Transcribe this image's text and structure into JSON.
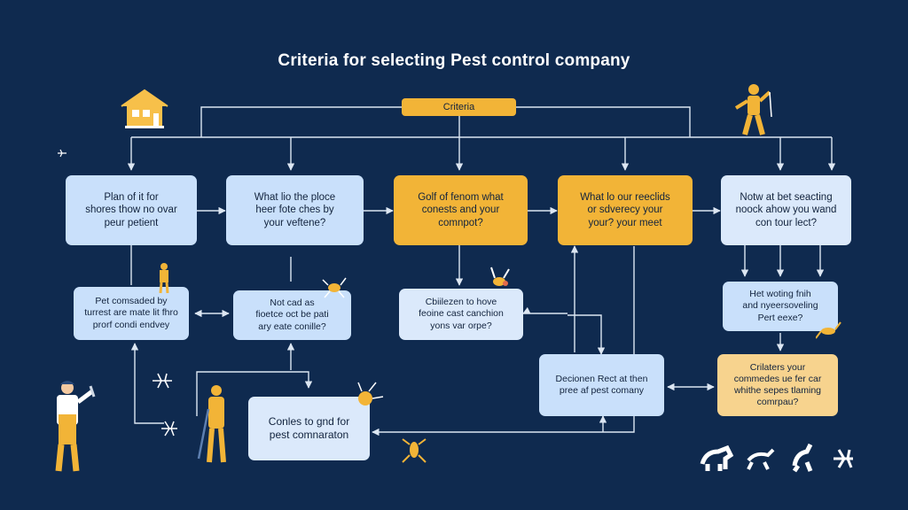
{
  "title": "Criteria for selecting Pest control company",
  "hub_label": "Criteria",
  "nodes": {
    "n1": "Plan of it for\nshores thow no ovar\npeur petient",
    "n2": "What lio the ploce\nheer fote ches by\nyour veftene?",
    "n3": "Golf of fenom what\nconests and your\ncomnpot?",
    "n4": "What lo our reeclids\nor sdverecy your\nyour? your meet",
    "n5": "Notw at bet seacting\nnoock ahow you wand\ncon tour lect?",
    "n6": "Pet comsaded by\nturrest are mate lit fhro\nprorf condi endvey",
    "n7": "Not cad as\nfioetce oct be pati\nary eate conille?",
    "n8": "Cbiilezen to hove\nfeoine cast canchion\nyons var orpe?",
    "n9": "Het woting fnih\nand nyeersoveling\nPert eexe?",
    "n10": "Decionen Rect at then\npree af pest comany",
    "n11": "Crilaters your\ncommedes ue fer car\nwhithe sepes tlaming\ncomrpau?",
    "n12": "Conles to gnd for\npest comnaraton"
  },
  "colors": {
    "background": "#0f2a4f",
    "box_blue": "#c9e0fb",
    "box_orange": "#f2b437",
    "box_peach": "#f7d38e",
    "line": "#dce6f2"
  },
  "icons": [
    "house-icon",
    "sprayer-worker-icon",
    "worker-icon",
    "pest-icon",
    "animal-silhouette-icon"
  ]
}
